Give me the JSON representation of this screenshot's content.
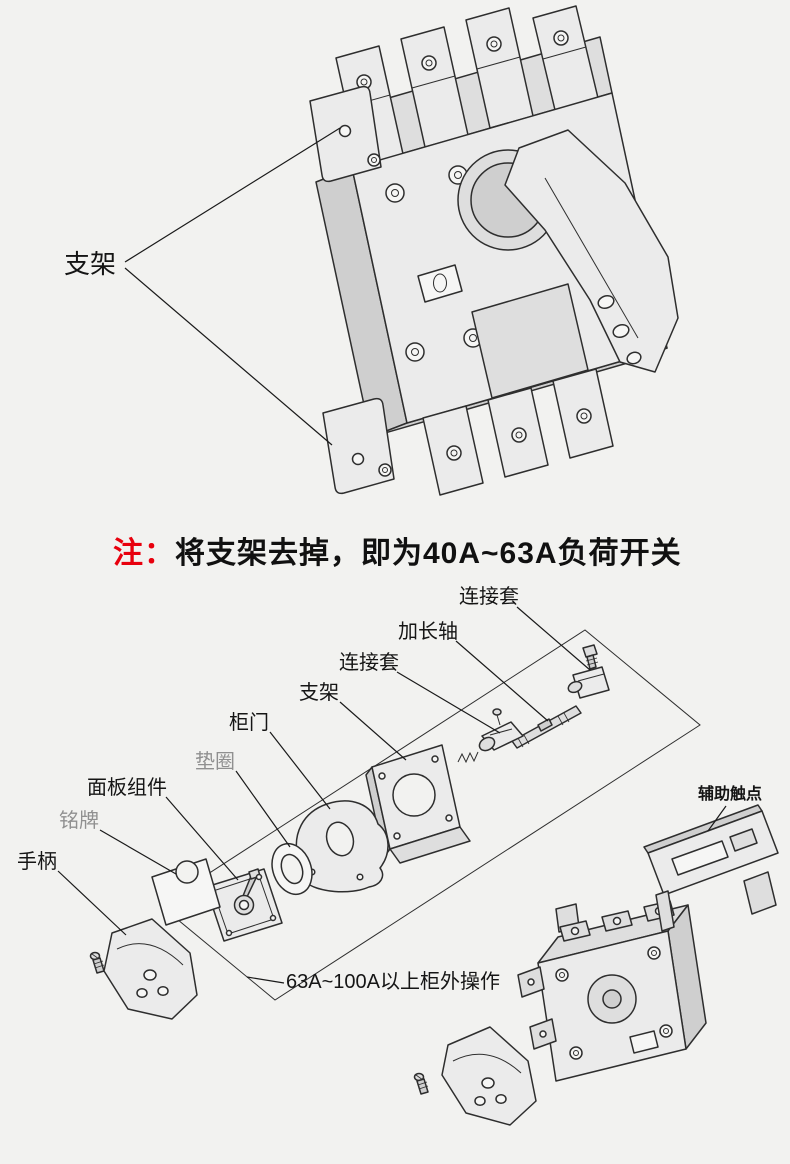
{
  "colors": {
    "background": "#f2f2f0",
    "note_accent": "#e8000d",
    "ink": "#1a1a1a",
    "muted_label": "#909090"
  },
  "top_figure": {
    "bracket_label": "支架"
  },
  "note": {
    "prefix": "注：",
    "body": "将支架去掉，即为40A~63A负荷开关"
  },
  "exploded": {
    "labels": {
      "sleeve_top": "连接套",
      "shaft": "加长轴",
      "sleeve_mid": "连接套",
      "bracket": "支架",
      "door": "柜门",
      "washer": "垫圈",
      "panel": "面板组件",
      "nameplate": "铭牌",
      "handle": "手柄",
      "aux_contact": "辅助触点",
      "caption": "63A~100A以上柜外操作"
    }
  }
}
